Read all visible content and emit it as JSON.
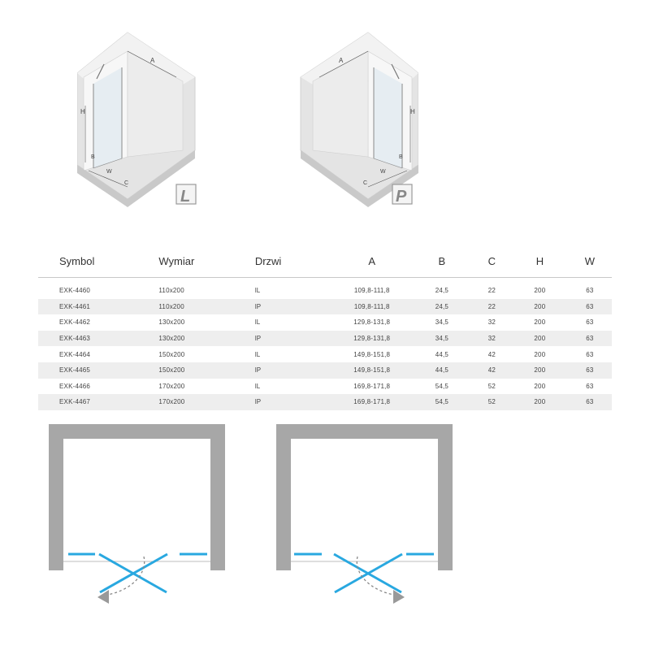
{
  "variants": {
    "left_badge": "L",
    "right_badge": "P"
  },
  "iso_labels": {
    "a": "A",
    "h": "H",
    "b": "B",
    "w": "W",
    "c": "C"
  },
  "table": {
    "headers": [
      "Symbol",
      "Wymiar",
      "Drzwi",
      "A",
      "B",
      "C",
      "H",
      "W"
    ],
    "rows": [
      [
        "EXK-4460",
        "110x200",
        "lL",
        "109,8-111,8",
        "24,5",
        "22",
        "200",
        "63"
      ],
      [
        "EXK-4461",
        "110x200",
        "lP",
        "109,8-111,8",
        "24,5",
        "22",
        "200",
        "63"
      ],
      [
        "EXK-4462",
        "130x200",
        "lL",
        "129,8-131,8",
        "34,5",
        "32",
        "200",
        "63"
      ],
      [
        "EXK-4463",
        "130x200",
        "lP",
        "129,8-131,8",
        "34,5",
        "32",
        "200",
        "63"
      ],
      [
        "EXK-4464",
        "150x200",
        "lL",
        "149,8-151,8",
        "44,5",
        "42",
        "200",
        "63"
      ],
      [
        "EXK-4465",
        "150x200",
        "lP",
        "149,8-151,8",
        "44,5",
        "42",
        "200",
        "63"
      ],
      [
        "EXK-4466",
        "170x200",
        "lL",
        "169,8-171,8",
        "54,5",
        "52",
        "200",
        "63"
      ],
      [
        "EXK-4467",
        "170x200",
        "lP",
        "169,8-171,8",
        "54,5",
        "52",
        "200",
        "63"
      ]
    ]
  },
  "colors": {
    "wall": "#a7a7a7",
    "glass_line": "#29a8e0",
    "iso_wall": "#d9d9d9",
    "row_shade": "#eeeeee"
  }
}
